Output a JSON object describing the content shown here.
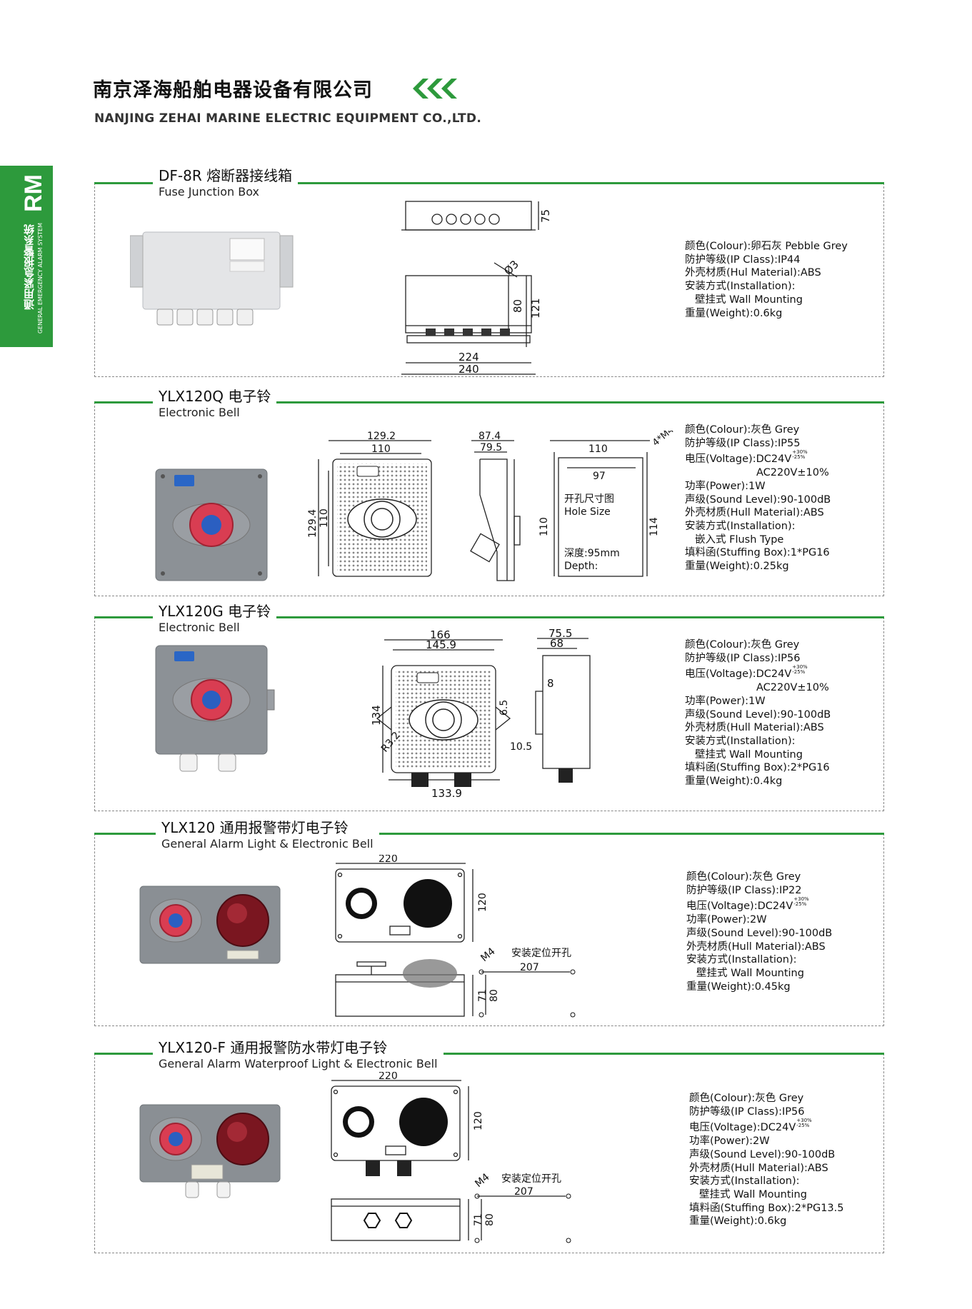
{
  "header": {
    "company_cn": "南京泽海船舶电器设备有限公司",
    "company_en": "NANJING ZEHAI MARINE ELECTRIC EQUIPMENT CO.,LTD."
  },
  "side_tab": {
    "code": "RM",
    "cn": "通用紧急报警系统",
    "en": "GENERAL EMERGENCY ALARM SYSTEM"
  },
  "colors": {
    "accent": "#2d9a3c",
    "dash": "#888888"
  },
  "products": [
    {
      "title_cn": "DF-8R 熔断器接线箱",
      "title_en": "Fuse Junction Box",
      "specs": [
        "颜色(Colour):卵石灰 Pebble Grey",
        "防护等级(IP Class):IP44",
        "外壳材质(Hul Material):ABS",
        "安装方式(Installation):",
        "壁挂式 Wall Mounting",
        "重量(Weight):0.6kg"
      ],
      "dims": {
        "top_h": "75",
        "dia": "Ø3",
        "inner_h": "80",
        "outer_h": "121",
        "inner_w": "224",
        "outer_w": "240"
      }
    },
    {
      "title_cn": "YLX120Q 电子铃",
      "title_en": "Electronic Bell",
      "specs": [
        "颜色(Colour):灰色 Grey",
        "防护等级(IP Class):IP55",
        "电压(Voltage):DC24V",
        "AC220V±10%",
        "功率(Power):1W",
        "声级(Sound Level):90-100dB",
        "外壳材质(Hull Material):ABS",
        "安装方式(Installation):",
        "嵌入式 Flush Type",
        "填料函(Stuffing Box):1*PG16",
        "重量(Weight):0.25kg"
      ],
      "tol_plus": "+30%",
      "tol_minus": "-25%",
      "dims": {
        "w_outer": "129.2",
        "w_inner": "110",
        "h_outer": "129.4",
        "h_inner": "110",
        "side_outer": "87.4",
        "side_inner": "79.5",
        "hole_w": "110",
        "hole_screw": "4*M4",
        "hole_inner": "97",
        "hole_h_left": "110",
        "hole_h_right": "114",
        "hole_label_cn": "开孔尺寸图",
        "hole_label_en": "Hole Size",
        "depth_cn": "深度:95mm",
        "depth_en": "Depth:"
      }
    },
    {
      "title_cn": "YLX120G 电子铃",
      "title_en": "Electronic Bell",
      "specs": [
        "颜色(Colour):灰色 Grey",
        "防护等级(IP Class):IP56",
        "电压(Voltage):DC24V",
        "AC220V±10%",
        "功率(Power):1W",
        "声级(Sound Level):90-100dB",
        "外壳材质(Hull Material):ABS",
        "安装方式(Installation):",
        "壁挂式 Wall Mounting",
        "填料函(Stuffing Box):2*PG16",
        "重量(Weight):0.4kg"
      ],
      "tol_plus": "+30%",
      "tol_minus": "-25%",
      "dims": {
        "w_outer": "166",
        "w_inner": "145.9",
        "h": "134",
        "radius": "R3.2",
        "lug": "6.5",
        "lug2": "10.5",
        "w_bottom": "133.9",
        "side_outer": "75.5",
        "side_inner": "68",
        "side_small": "8"
      }
    },
    {
      "title_cn": "YLX120 通用报警带灯电子铃",
      "title_en": "General Alarm Light & Electronic Bell",
      "specs": [
        "颜色(Colour):灰色 Grey",
        "防护等级(IP Class):IP22",
        "电压(Voltage):DC24V",
        "功率(Power):2W",
        "声级(Sound Level):90-100dB",
        "外壳材质(Hull Material):ABS",
        "安装方式(Installation):",
        "壁挂式 Wall Mounting",
        "重量(Weight):0.45kg"
      ],
      "tol_plus": "+30%",
      "tol_minus": "-25%",
      "dims": {
        "w": "220",
        "h": "120",
        "side_h": "71",
        "screw": "M4",
        "mount_label": "安装定位开孔",
        "mount_w": "207",
        "mount_h": "80"
      }
    },
    {
      "title_cn": "YLX120-F 通用报警防水带灯电子铃",
      "title_en": "General Alarm Waterproof Light & Electronic Bell",
      "specs": [
        "颜色(Colour):灰色 Grey",
        "防护等级(IP Class):IP56",
        "电压(Voltage):DC24V",
        "功率(Power):2W",
        "声级(Sound Level):90-100dB",
        "外壳材质(Hull Material):ABS",
        "安装方式(Installation):",
        "壁挂式 Wall Mounting",
        "填料函(Stuffing Box):2*PG13.5",
        "重量(Weight):0.6kg"
      ],
      "tol_plus": "+30%",
      "tol_minus": "-25%",
      "dims": {
        "w": "220",
        "h": "120",
        "side_h": "71",
        "screw": "M4",
        "mount_label": "安装定位开孔",
        "mount_w": "207",
        "mount_h": "80"
      }
    }
  ]
}
